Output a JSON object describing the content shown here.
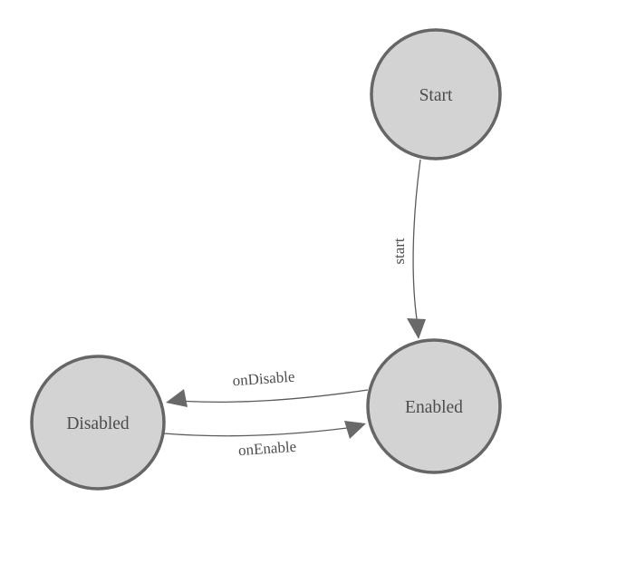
{
  "diagram": {
    "kind": "state-machine",
    "colors": {
      "background": "#ffffff",
      "node_fill": "#d3d3d3",
      "node_stroke": "#666666",
      "edge_stroke": "#5b5b5b",
      "arrowhead_fill": "#696969",
      "text": "#4c4c4c"
    },
    "nodes": [
      {
        "id": "start",
        "label": "Start",
        "shape": "circle"
      },
      {
        "id": "enabled",
        "label": "Enabled",
        "shape": "circle"
      },
      {
        "id": "disabled",
        "label": "Disabled",
        "shape": "circle"
      }
    ],
    "edges": [
      {
        "from": "Start",
        "to": "Enabled",
        "label": "start"
      },
      {
        "from": "Enabled",
        "to": "Disabled",
        "label": "onDisable"
      },
      {
        "from": "Disabled",
        "to": "Enabled",
        "label": "onEnable"
      }
    ]
  }
}
